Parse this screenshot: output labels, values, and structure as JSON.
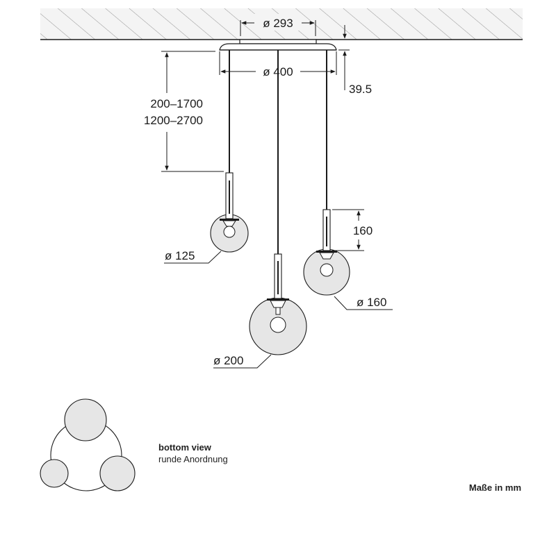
{
  "dimensions": {
    "canopy_top_diameter": "ø 293",
    "canopy_diameter": "ø 400",
    "canopy_height": "39.5",
    "suspension_length_short": "200–1700",
    "suspension_length_long": "1200–2700",
    "holder_length": "160",
    "globe_small_diameter": "ø 125",
    "globe_medium_diameter": "ø 160",
    "globe_large_diameter": "ø 200"
  },
  "caption": {
    "title": "bottom view",
    "subtitle": "runde Anordnung"
  },
  "units_note": "Maße in mm",
  "colors": {
    "line": "#1a1a1a",
    "glass": "#e6e6e6",
    "hatch": "#9a9a9a",
    "ceiling": "#f2f2f2"
  }
}
